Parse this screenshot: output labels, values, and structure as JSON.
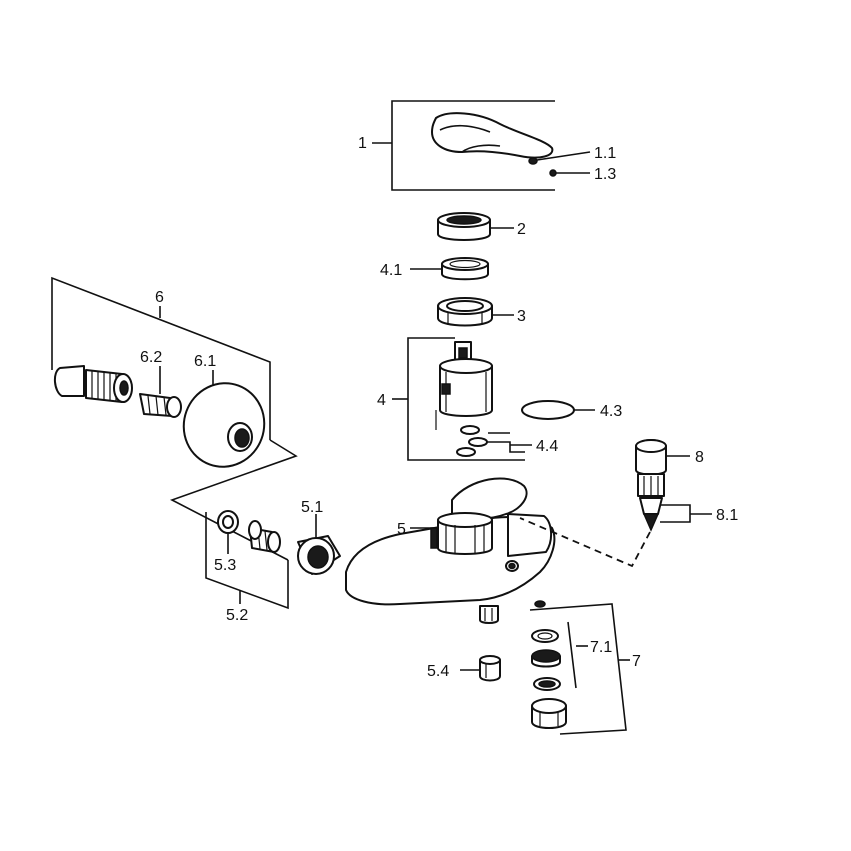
{
  "diagram": {
    "callouts": {
      "c1": "1",
      "c1_1": "1.1",
      "c1_3": "1.3",
      "c2": "2",
      "c4_1": "4.1",
      "c3": "3",
      "c4": "4",
      "c4_3": "4.3",
      "c4_4": "4.4",
      "c6": "6",
      "c6_2": "6.2",
      "c6_1": "6.1",
      "c8": "8",
      "c8_1": "8.1",
      "c5": "5",
      "c5_1": "5.1",
      "c5_3": "5.3",
      "c5_2": "5.2",
      "c7_1": "7.1",
      "c7": "7",
      "c5_4": "5.4"
    }
  }
}
